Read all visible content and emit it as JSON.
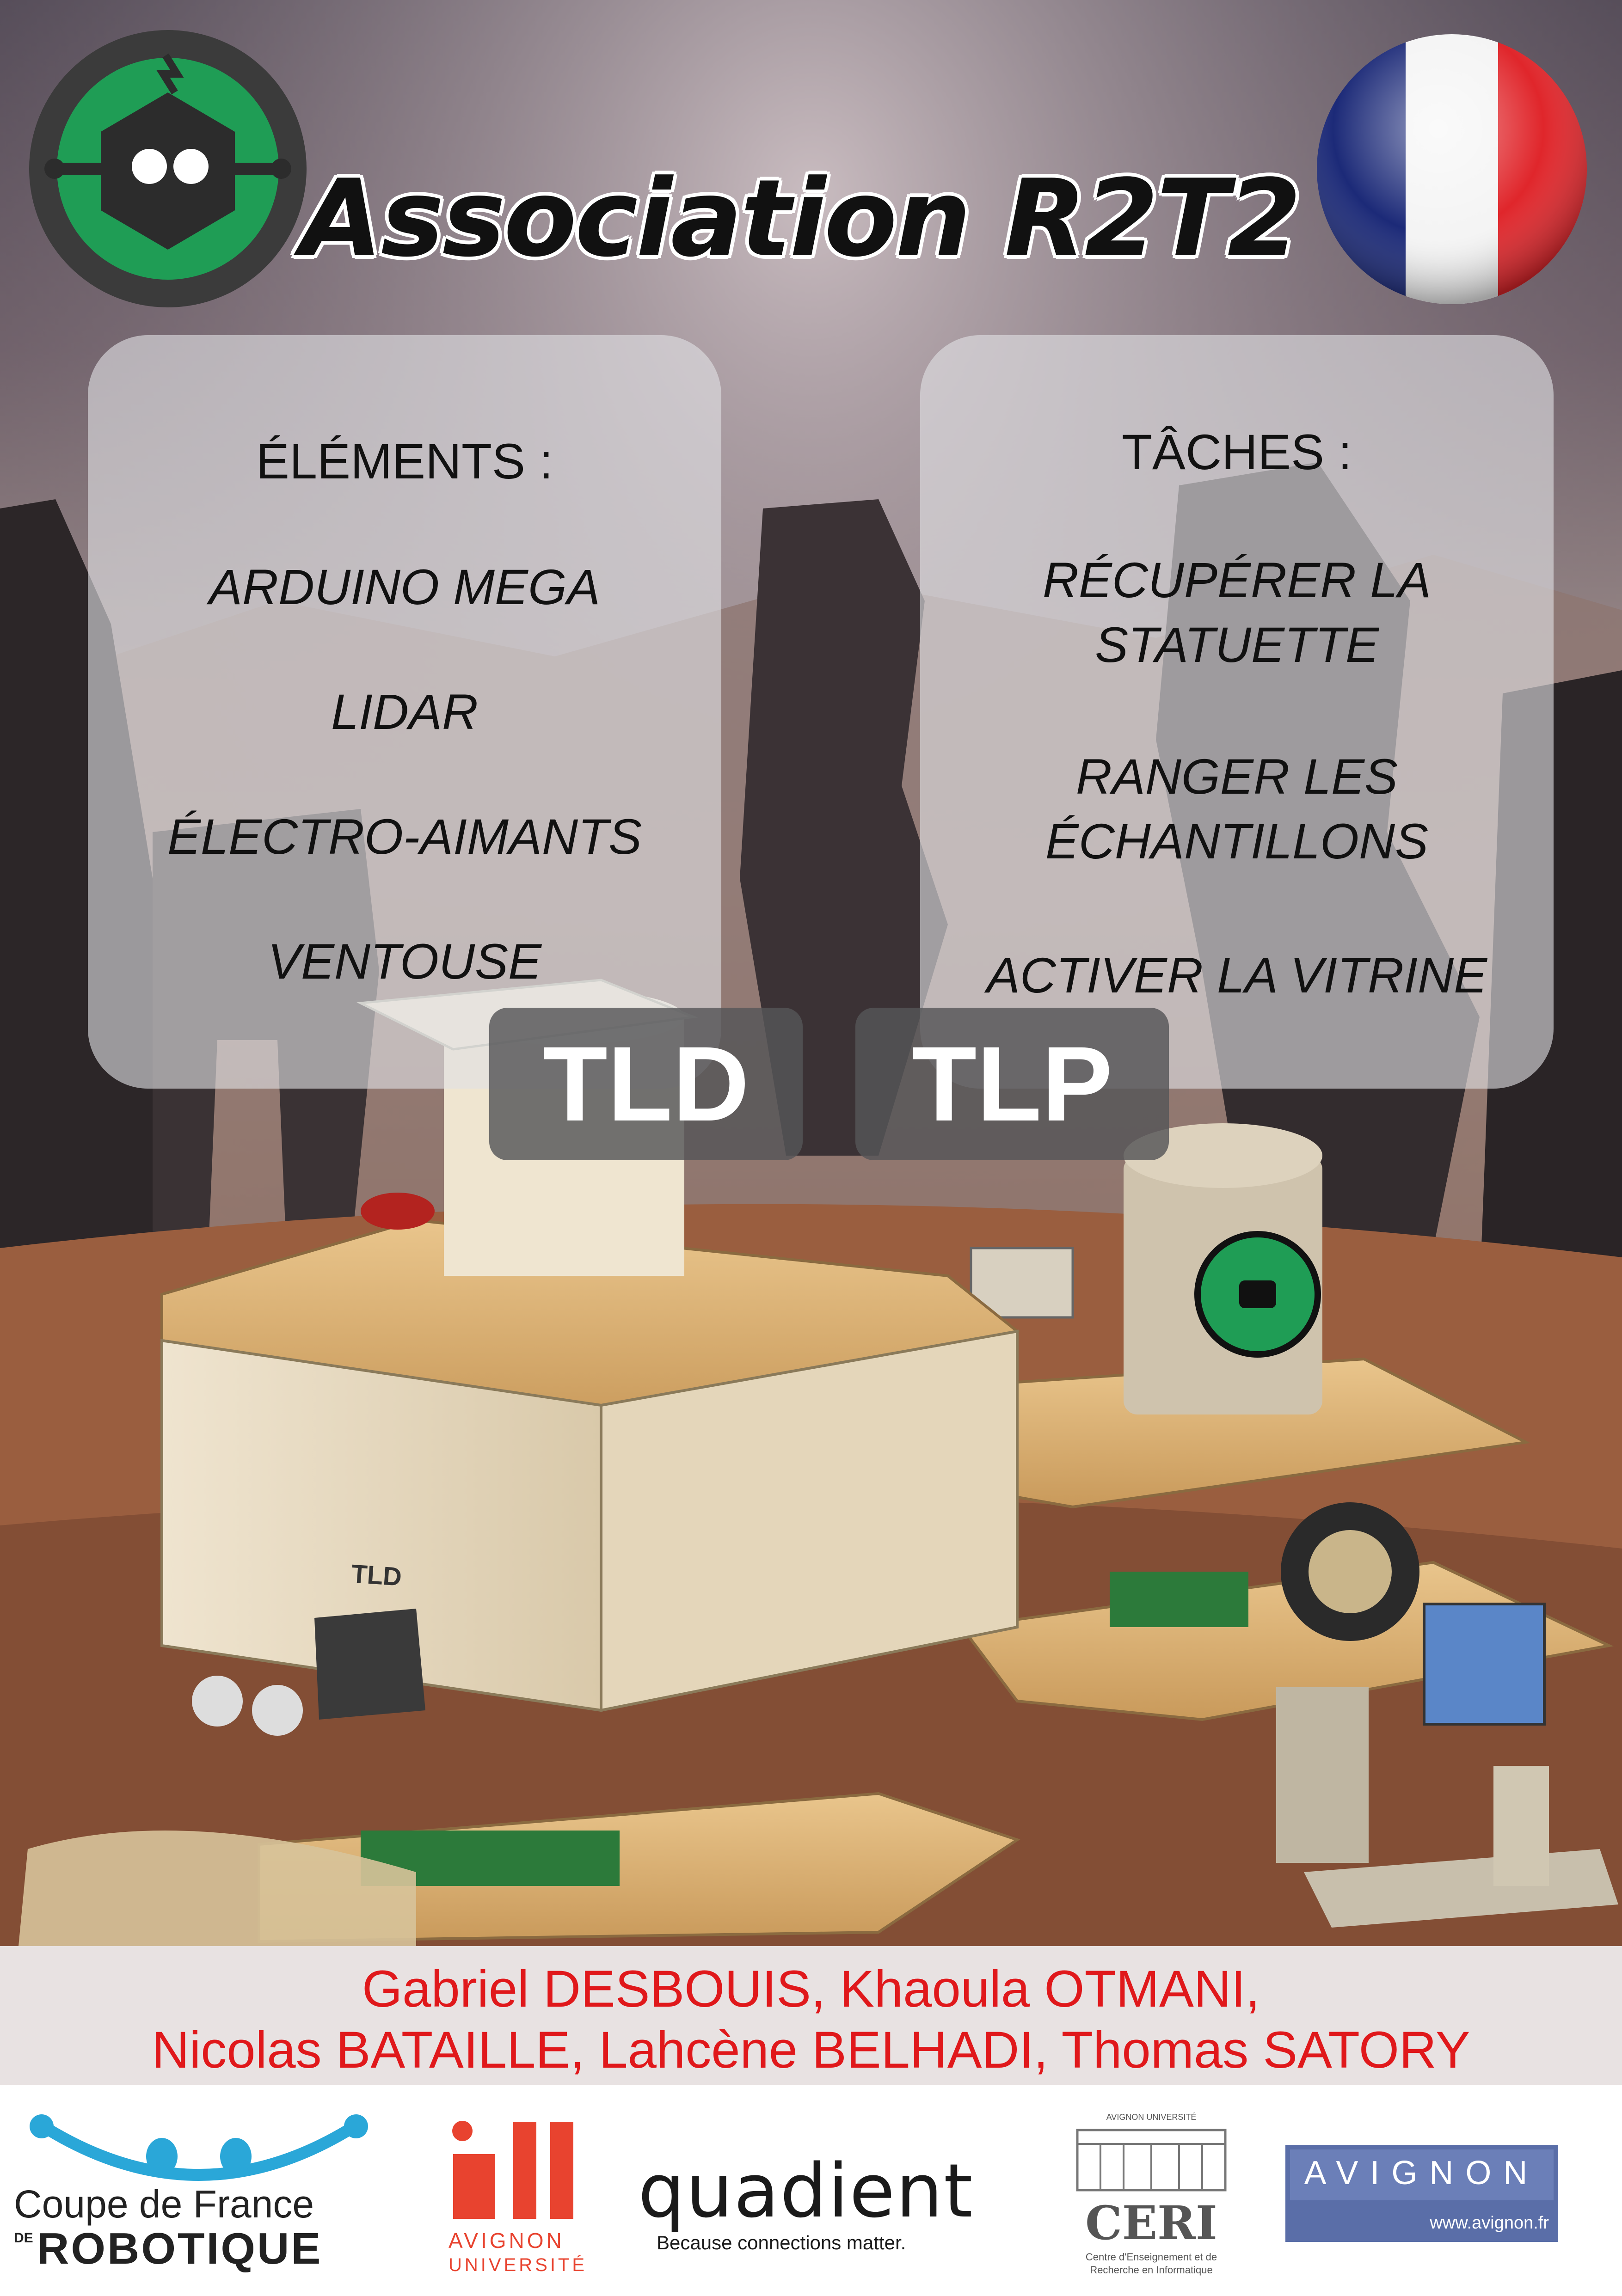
{
  "header": {
    "title": "Association R2T2"
  },
  "cards": {
    "elements": {
      "heading": "ÉLÉMENTS :",
      "items": [
        "ARDUINO MEGA",
        "LIDAR",
        "ÉLECTRO-AIMANTS",
        "VENTOUSE"
      ]
    },
    "taches": {
      "heading": "TÂCHES :",
      "items": [
        "RÉCUPÉRER LA",
        "STATUETTE",
        "RANGER LES",
        "ÉCHANTILLONS",
        "ACTIVER LA VITRINE"
      ]
    }
  },
  "robots": {
    "tld_tag": "TLD",
    "tlp_tag": "TLP",
    "tld_body_label": "TLD"
  },
  "members": {
    "line1": "Gabriel DESBOUIS, Khaoula OTMANI,",
    "line2": "Nicolas BATAILLE, Lahcène BELHADI, Thomas SATORY"
  },
  "sponsors": {
    "cfr_line1": "Coupe de France",
    "cfr_de": "DE",
    "cfr_line2": "ROBOTIQUE",
    "avignon_univ_1": "AVIGNON",
    "avignon_univ_2": "UNIVERSITÉ",
    "quadient_name": "quadient",
    "quadient_tagline": "Because connections matter.",
    "ceri_top": "AVIGNON UNIVERSITÉ",
    "ceri_name": "CERI",
    "ceri_sub1": "Centre d'Enseignement et de",
    "ceri_sub2": "Recherche en Informatique",
    "avignon_city": "AVIGNON",
    "avignon_url": "www.avignon.fr"
  },
  "colors": {
    "r2t2_green": "#1f9d55",
    "names_red": "#e0181b",
    "flag_blue": "#1c2a78",
    "flag_red": "#e0262b"
  }
}
